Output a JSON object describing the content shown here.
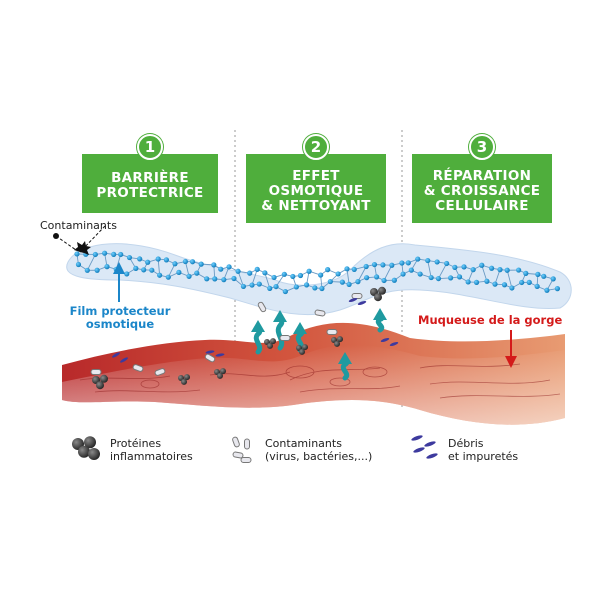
{
  "steps": [
    {
      "number": "1",
      "title_line1": "BARRIÈRE",
      "title_line2": "PROTECTRICE",
      "title_line3": ""
    },
    {
      "number": "2",
      "title_line1": "EFFET",
      "title_line2": "OSMOTIQUE",
      "title_line3": "& NETTOYANT"
    },
    {
      "number": "3",
      "title_line1": "RÉPARATION",
      "title_line2": "& CROISSANCE",
      "title_line3": "CELLULAIRE"
    }
  ],
  "labels": {
    "contaminants": "Contaminants",
    "film_line1": "Film protecteur",
    "film_line2": "osmotique",
    "muqueuse": "Muqueuse de la gorge"
  },
  "legend": [
    {
      "icon": "inflammatory-proteins-icon",
      "line1": "Protéines",
      "line2": "inflammatoires"
    },
    {
      "icon": "contaminants-icon",
      "line1": "Contaminants",
      "line2": "(virus, bactéries,...)"
    },
    {
      "icon": "debris-icon",
      "line1": "Débris",
      "line2": "et impuretés"
    }
  ],
  "colors": {
    "step_green": "#4fae3c",
    "film_blue": "#1b86c9",
    "muqueuse_red": "#d41a1a",
    "tissue": "#c9433a",
    "debris": "#3d3a9e",
    "teal_arrow": "#1f9aa0"
  }
}
